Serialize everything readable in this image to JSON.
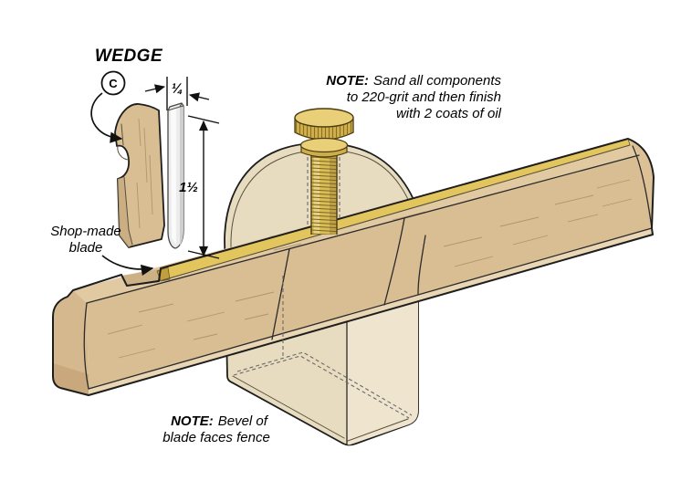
{
  "figure": {
    "labels": {
      "wedge": "WEDGE",
      "wedge_part_letter": "C",
      "blade_line1": "Shop-made",
      "blade_line2": "blade"
    },
    "dimensions": {
      "blade_thickness": "¼",
      "blade_length": "1½"
    },
    "notes": {
      "finish": {
        "prefix": "NOTE:",
        "line1": "Sand all components",
        "line2": "to 220-grit and then finish",
        "line3": "with 2 coats of oil"
      },
      "bevel": {
        "prefix": "NOTE:",
        "line1": "Bevel of",
        "line2": "blade faces fence"
      }
    },
    "colors": {
      "background": "#ffffff",
      "beam_wood_front": "#d9bd93",
      "beam_wood_top": "#e1c9a2",
      "beam_wood_bottom_band": "#e9d6b4",
      "beam_end_cap": "#d5b88e",
      "beam_end_shadow": "#c8a87c",
      "fence_wood": "#e8dcc0",
      "fence_wood_side": "#efe4cd",
      "brass_strip": "#e2c55c",
      "brass_screw": "#d9bd55",
      "brass_screw_light": "#e8cf78",
      "brass_dark": "#c19f3e",
      "blade_steel": "#ececec",
      "outline": "#1e1e1e"
    }
  }
}
